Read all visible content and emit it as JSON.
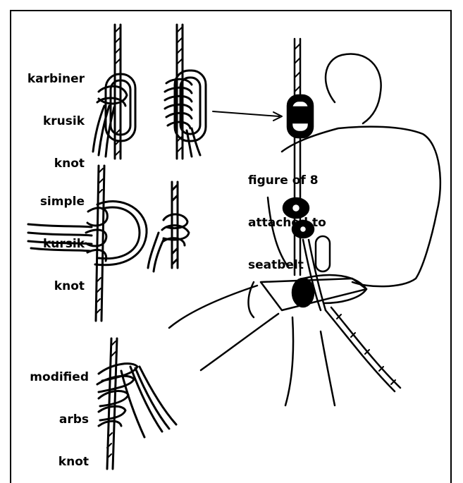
{
  "labels": {
    "karabiner": [
      "karbiner",
      "krusik",
      "knot"
    ],
    "simple": [
      "simple",
      "kursik",
      "knot"
    ],
    "modified": [
      "modified",
      "arbs",
      "knot"
    ],
    "figure8": [
      "figure of 8",
      "attached to",
      "seatbelt"
    ]
  },
  "icons": [
    "karabiner-krusik-knot-illustration",
    "simple-kursik-knot-illustration",
    "modified-arbs-knot-illustration",
    "climber-figure-eight-illustration"
  ]
}
